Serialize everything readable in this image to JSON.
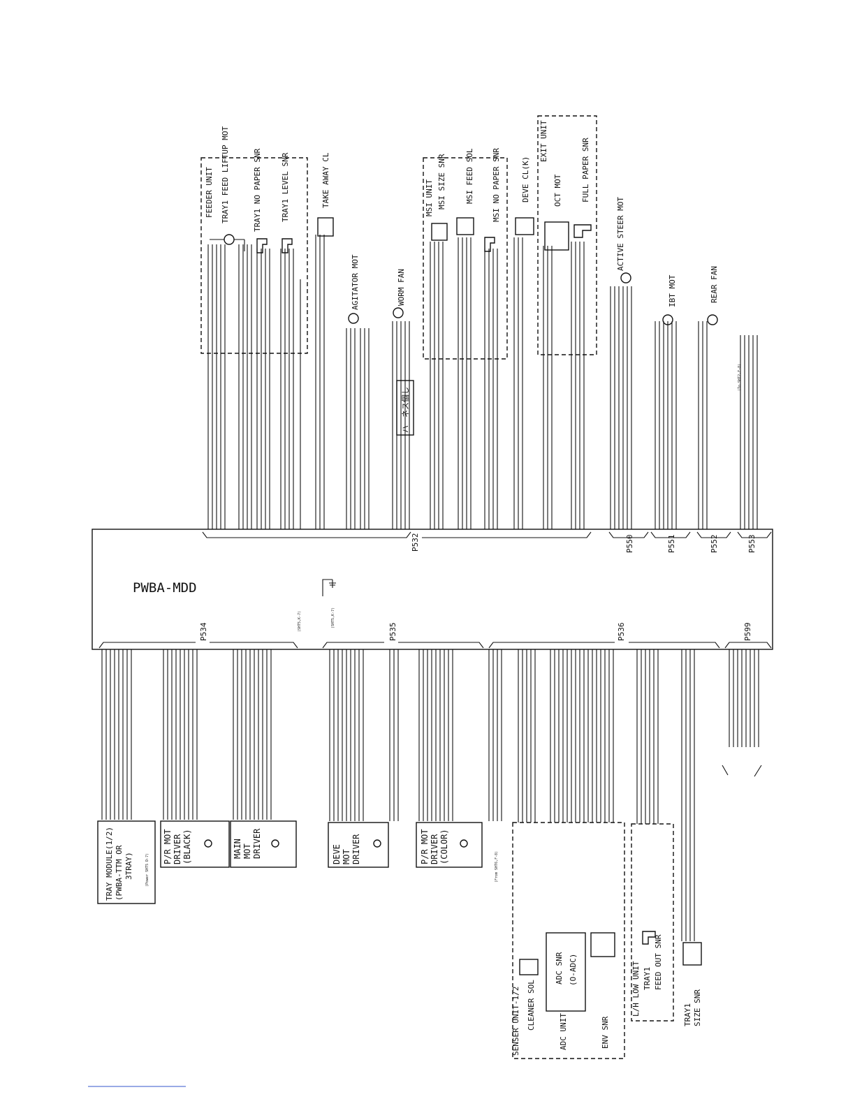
{
  "board": {
    "name": "PWBA-MDD"
  },
  "connectors_top": [
    "P532",
    "P550",
    "P551",
    "P552",
    "P553"
  ],
  "connectors_bottom": [
    "P534",
    "P535",
    "P536",
    "P599"
  ],
  "top_units": {
    "feeder": {
      "title": "FEEDER UNIT",
      "items": [
        "TRAY1 FEED LIFTUP MOT",
        "TRAY1 NO PAPER SNR",
        "TRAY1 LEVEL SNR"
      ]
    },
    "take_away": "TAKE AWAY CL",
    "agitator": "AGITATOR MOT",
    "worm_fan": "WORM FAN",
    "harness": "ハーネス個し",
    "msi": {
      "title": "MSI UNIT",
      "items": [
        "MSI SIZE SNR",
        "MSI FEED SOL",
        "MSI NO PAPER SNR"
      ]
    },
    "deve_cl": "DEVE CL(K)",
    "exit": {
      "title": "EXIT UNIT",
      "items": [
        "OCT MOT",
        "FULL PAPER SNR"
      ]
    },
    "active_steer": "ACTIVE STEER MOT",
    "ibt_mot": "IBT MOT",
    "rear_fan": "REAR FAN"
  },
  "bottom_units": {
    "tray_module": {
      "line1": "TRAY MODULE(1/2)",
      "line2": "(PWBA-TTM OR",
      "line3": "3TRAY)",
      "note": "(Power SHT5 D-7)"
    },
    "pr_black": {
      "line1": "P/R MOT",
      "line2": "DRIVER",
      "line3": "(BLACK)"
    },
    "main_mot": {
      "line1": "MAIN",
      "line2": "MOT",
      "line3": "DRIVER"
    },
    "deve_mot": {
      "line1": "DEVE",
      "line2": "MOT",
      "line3": "DRIVER"
    },
    "pr_color": {
      "line1": "P/R MOT",
      "line2": "DRIVER",
      "line3": "(COLOR)"
    },
    "senser": {
      "title": "SENSER UNIT-1/2",
      "cleaner": "CLEANER SOL",
      "adc_unit": "ADC UNIT",
      "adc_snr": "ADC SNR",
      "adc_sub": "(O-ADC)",
      "env": "ENV SNR"
    },
    "lh_low": {
      "title": "L/H LOW UNIT",
      "line1": "TRAY1",
      "line2": "FEED OUT SNR"
    },
    "tray1_size": {
      "line1": "TRAY1",
      "line2": "SIZE SNR"
    }
  },
  "notes": {
    "sht5_k7a": "(SHT5,K-7)",
    "sht5_k7b": "(SHT5,K-7)",
    "to_sht2": "(To SHT2,F-8)",
    "from_sht6": "(From SHT6,F-8)"
  }
}
